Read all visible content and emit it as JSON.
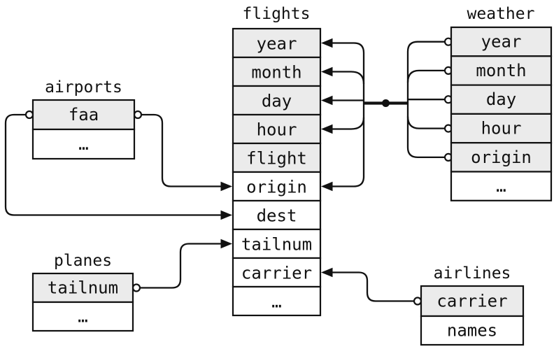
{
  "diagram": "relational schema of flight tables",
  "colors": {
    "background": "#ffffff",
    "key_cell_fill": "#ebebeb",
    "plain_cell_fill": "#ffffff",
    "line": "#111111",
    "text": "#111111"
  },
  "tables": {
    "flights": {
      "title": "flights",
      "rows": [
        {
          "label": "year",
          "key": true
        },
        {
          "label": "month",
          "key": true
        },
        {
          "label": "day",
          "key": true
        },
        {
          "label": "hour",
          "key": true
        },
        {
          "label": "flight",
          "key": true
        },
        {
          "label": "origin",
          "key": false
        },
        {
          "label": "dest",
          "key": false
        },
        {
          "label": "tailnum",
          "key": false
        },
        {
          "label": "carrier",
          "key": false
        },
        {
          "label": "…",
          "key": false
        }
      ]
    },
    "weather": {
      "title": "weather",
      "rows": [
        {
          "label": "year",
          "key": true
        },
        {
          "label": "month",
          "key": true
        },
        {
          "label": "day",
          "key": true
        },
        {
          "label": "hour",
          "key": true
        },
        {
          "label": "origin",
          "key": true
        },
        {
          "label": "…",
          "key": false
        }
      ]
    },
    "airports": {
      "title": "airports",
      "rows": [
        {
          "label": "faa",
          "key": true
        },
        {
          "label": "…",
          "key": false
        }
      ]
    },
    "planes": {
      "title": "planes",
      "rows": [
        {
          "label": "tailnum",
          "key": true
        },
        {
          "label": "…",
          "key": false
        }
      ]
    },
    "airlines": {
      "title": "airlines",
      "rows": [
        {
          "label": "carrier",
          "key": true
        },
        {
          "label": "names",
          "key": false
        }
      ]
    }
  },
  "relationships": [
    {
      "from": "weather.year",
      "to": "flights.year"
    },
    {
      "from": "weather.month",
      "to": "flights.month"
    },
    {
      "from": "weather.day",
      "to": "flights.day"
    },
    {
      "from": "weather.hour",
      "to": "flights.hour"
    },
    {
      "from": "weather.origin",
      "to": "flights.origin"
    },
    {
      "from": "airports.faa",
      "to": "flights.origin"
    },
    {
      "from": "airports.faa",
      "to": "flights.dest"
    },
    {
      "from": "planes.tailnum",
      "to": "flights.tailnum"
    },
    {
      "from": "airlines.carrier",
      "to": "flights.carrier"
    }
  ]
}
